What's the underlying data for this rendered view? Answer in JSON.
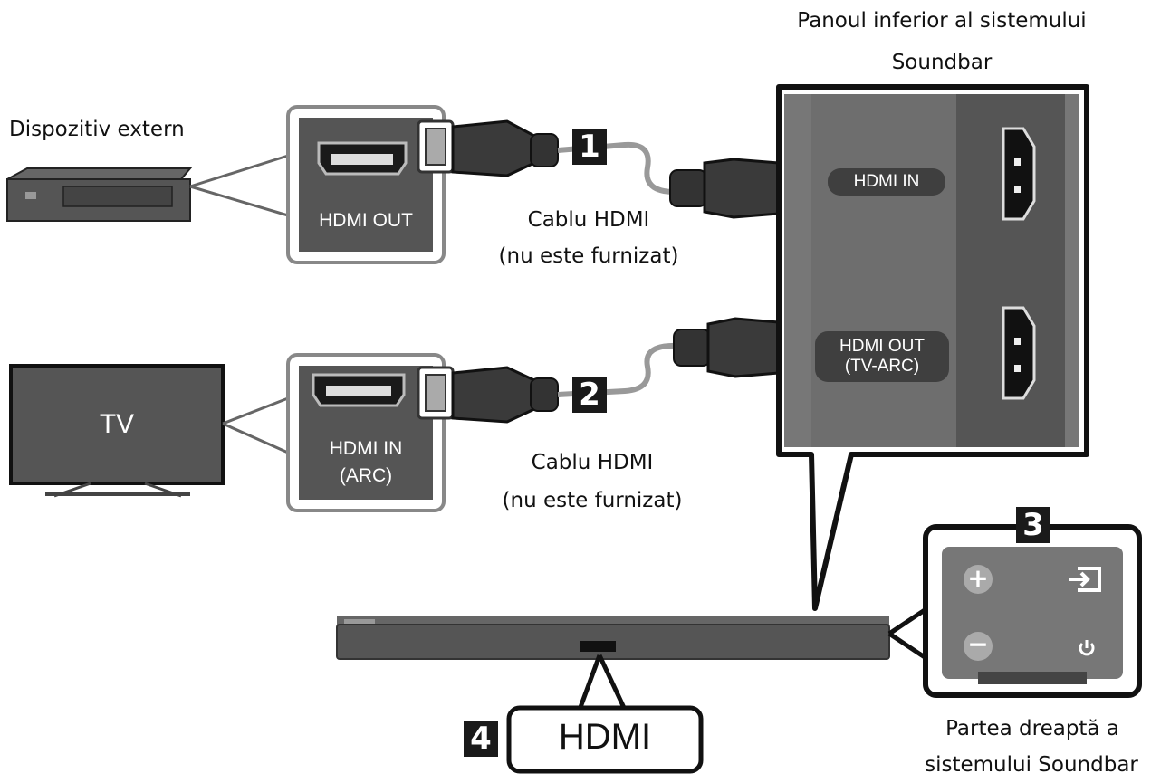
{
  "labels": {
    "external_device": "Dispozitiv extern",
    "bottom_panel_line1": "Panoul inferior al sistemului",
    "bottom_panel_line2": "Soundbar",
    "cable1_line1": "Cablu HDMI",
    "cable1_line2": "(nu este furnizat)",
    "cable2_line1": "Cablu HDMI",
    "cable2_line2": "(nu este furnizat)",
    "right_side_line1": "Partea dreaptă a",
    "right_side_line2": "sistemului Soundbar"
  },
  "ports": {
    "device_out": "HDMI OUT",
    "tv_in_line1": "HDMI IN",
    "tv_in_line2": "(ARC)",
    "soundbar_in": "HDMI IN",
    "soundbar_out_line1": "HDMI OUT",
    "soundbar_out_line2": "(TV-ARC)"
  },
  "tv_screen_text": "TV",
  "steps": [
    "1",
    "2",
    "3",
    "4"
  ],
  "display_text": "HDMI",
  "icons": {
    "volume_up": "plus-icon",
    "volume_down": "minus-icon",
    "source": "input-source-icon",
    "power": "power-icon"
  }
}
